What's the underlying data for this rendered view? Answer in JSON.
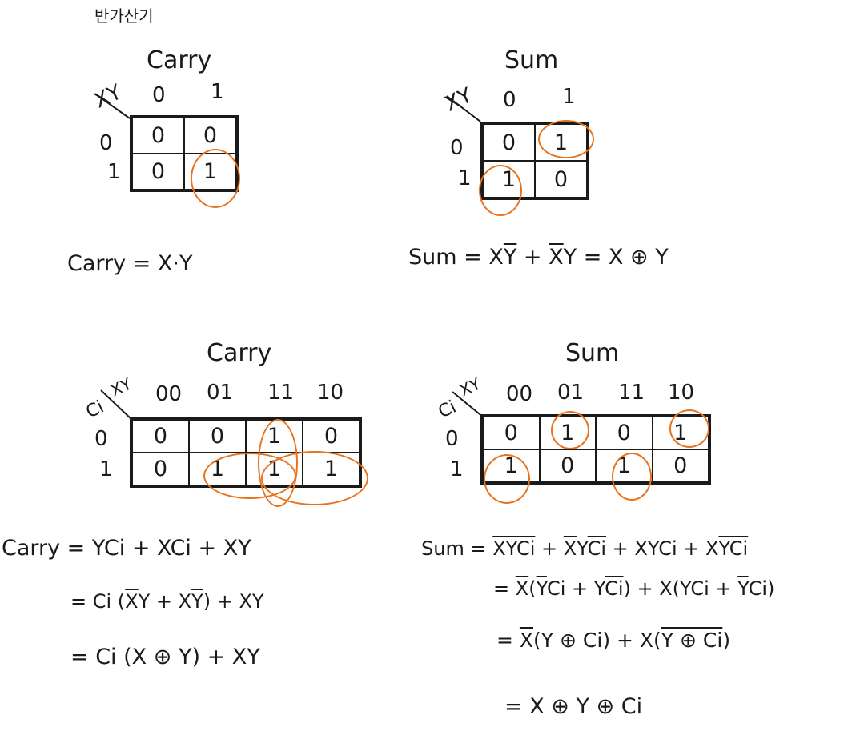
{
  "heading": "반가산기",
  "half_adder": {
    "carry": {
      "title": "Carry",
      "corner": "XY",
      "cols": [
        "0",
        "1"
      ],
      "rows": [
        "0",
        "1"
      ],
      "cells": [
        [
          "0",
          "0"
        ],
        [
          "0",
          "1"
        ]
      ],
      "equation": "Carry = X·Y"
    },
    "sum": {
      "title": "Sum",
      "corner": "XY",
      "cols": [
        "0",
        "1"
      ],
      "rows": [
        "0",
        "1"
      ],
      "cells": [
        [
          "0",
          "1"
        ],
        [
          "1",
          "0"
        ]
      ],
      "equation_parts": {
        "a": "Sum = X",
        "b": "Y",
        "c": " + ",
        "d": "X",
        "e": "Y = X ⊕ Y"
      }
    }
  },
  "full_adder": {
    "carry": {
      "title": "Carry",
      "corner_top": "XY",
      "corner_side": "Ci",
      "cols": [
        "00",
        "01",
        "11",
        "10"
      ],
      "rows": [
        "0",
        "1"
      ],
      "cells": [
        [
          "0",
          "0",
          "1",
          "0"
        ],
        [
          "0",
          "1",
          "1",
          "1"
        ]
      ],
      "eq1": "Carry = YCi + XCi + XY",
      "eq2_parts": {
        "a": "= Ci (",
        "b": "X",
        "c": "Y + X",
        "d": "Y",
        "e": ") + XY"
      },
      "eq3": "= Ci (X ⊕ Y) + XY"
    },
    "sum": {
      "title": "Sum",
      "corner_top": "XY",
      "corner_side": "Ci",
      "cols": [
        "00",
        "01",
        "11",
        "10"
      ],
      "rows": [
        "0",
        "1"
      ],
      "cells": [
        [
          "0",
          "1",
          "0",
          "1"
        ],
        [
          "1",
          "0",
          "1",
          "0"
        ]
      ],
      "eq1_parts": {
        "a": "Sum = ",
        "b": "XYCi",
        "c": " + ",
        "d": "X",
        "e": "Y",
        "f": "Ci",
        "g": " + XYCi + X",
        "h": "YCi"
      },
      "eq2_parts": {
        "a": "= ",
        "b": "X",
        "c": "(",
        "d": "Y",
        "e": "Ci + Y",
        "f": "Ci",
        "g": ") + X(YCi + ",
        "h": "Y",
        "i": "Ci)"
      },
      "eq3_parts": {
        "a": "= ",
        "b": "X",
        "c": "(Y ⊕ Ci) + X(",
        "d": "Y ⊕ Ci",
        "e": ")"
      },
      "eq4": "= X ⊕ Y ⊕ Ci"
    }
  },
  "colors": {
    "ink": "#1a1a1a",
    "circle": "#e8731f"
  }
}
